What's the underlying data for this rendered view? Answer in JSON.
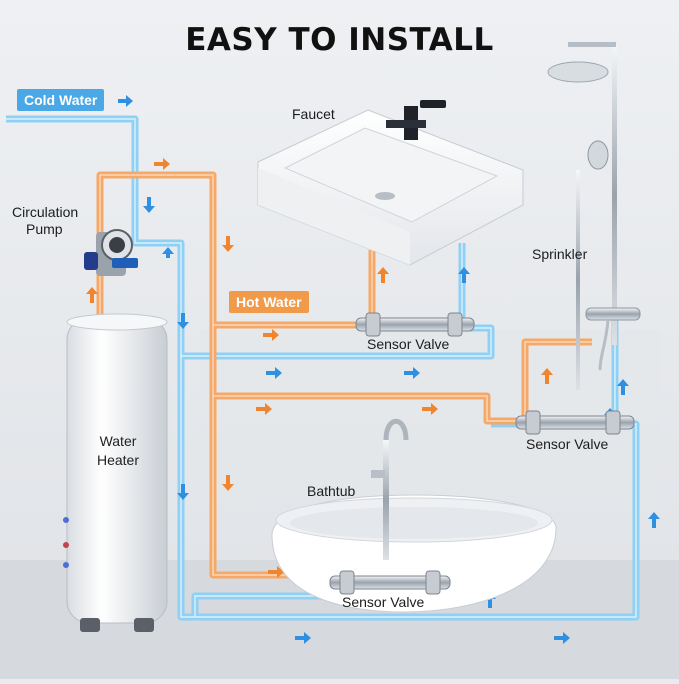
{
  "title": "EASY TO INSTALL",
  "legend": {
    "cold_water": "Cold Water",
    "hot_water": "Hot Water",
    "cold_color": "#4aa8e6",
    "hot_color": "#f19a49"
  },
  "labels": {
    "faucet": "Faucet",
    "circulation_pump_line1": "Circulation",
    "circulation_pump_line2": "Pump",
    "sprinkler": "Sprinkler",
    "water_heater_line1": "Water",
    "water_heater_line2": "Heater",
    "bathtub": "Bathtub",
    "sensor_valve_1": "Sensor Valve",
    "sensor_valve_2": "Sensor Valve",
    "sensor_valve_3": "Sensor Valve"
  }
}
